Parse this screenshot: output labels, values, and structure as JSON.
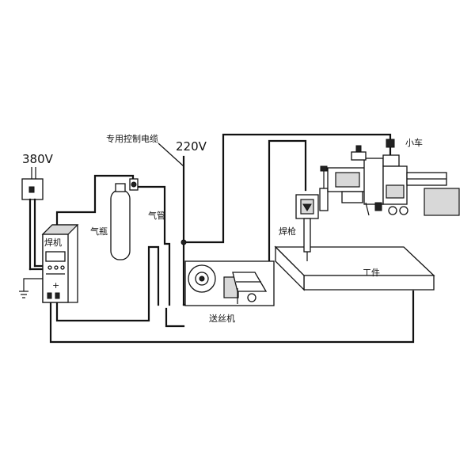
{
  "labels": {
    "voltage_380": "380V",
    "voltage_220": "220V",
    "control_cable": "专用控制电缆",
    "welder": "焊机",
    "gas_cylinder": "气瓶",
    "gas_pipe": "气管",
    "wire_feeder": "送丝机",
    "torch": "焊枪",
    "carriage": "小车",
    "workpiece": "工件"
  }
}
